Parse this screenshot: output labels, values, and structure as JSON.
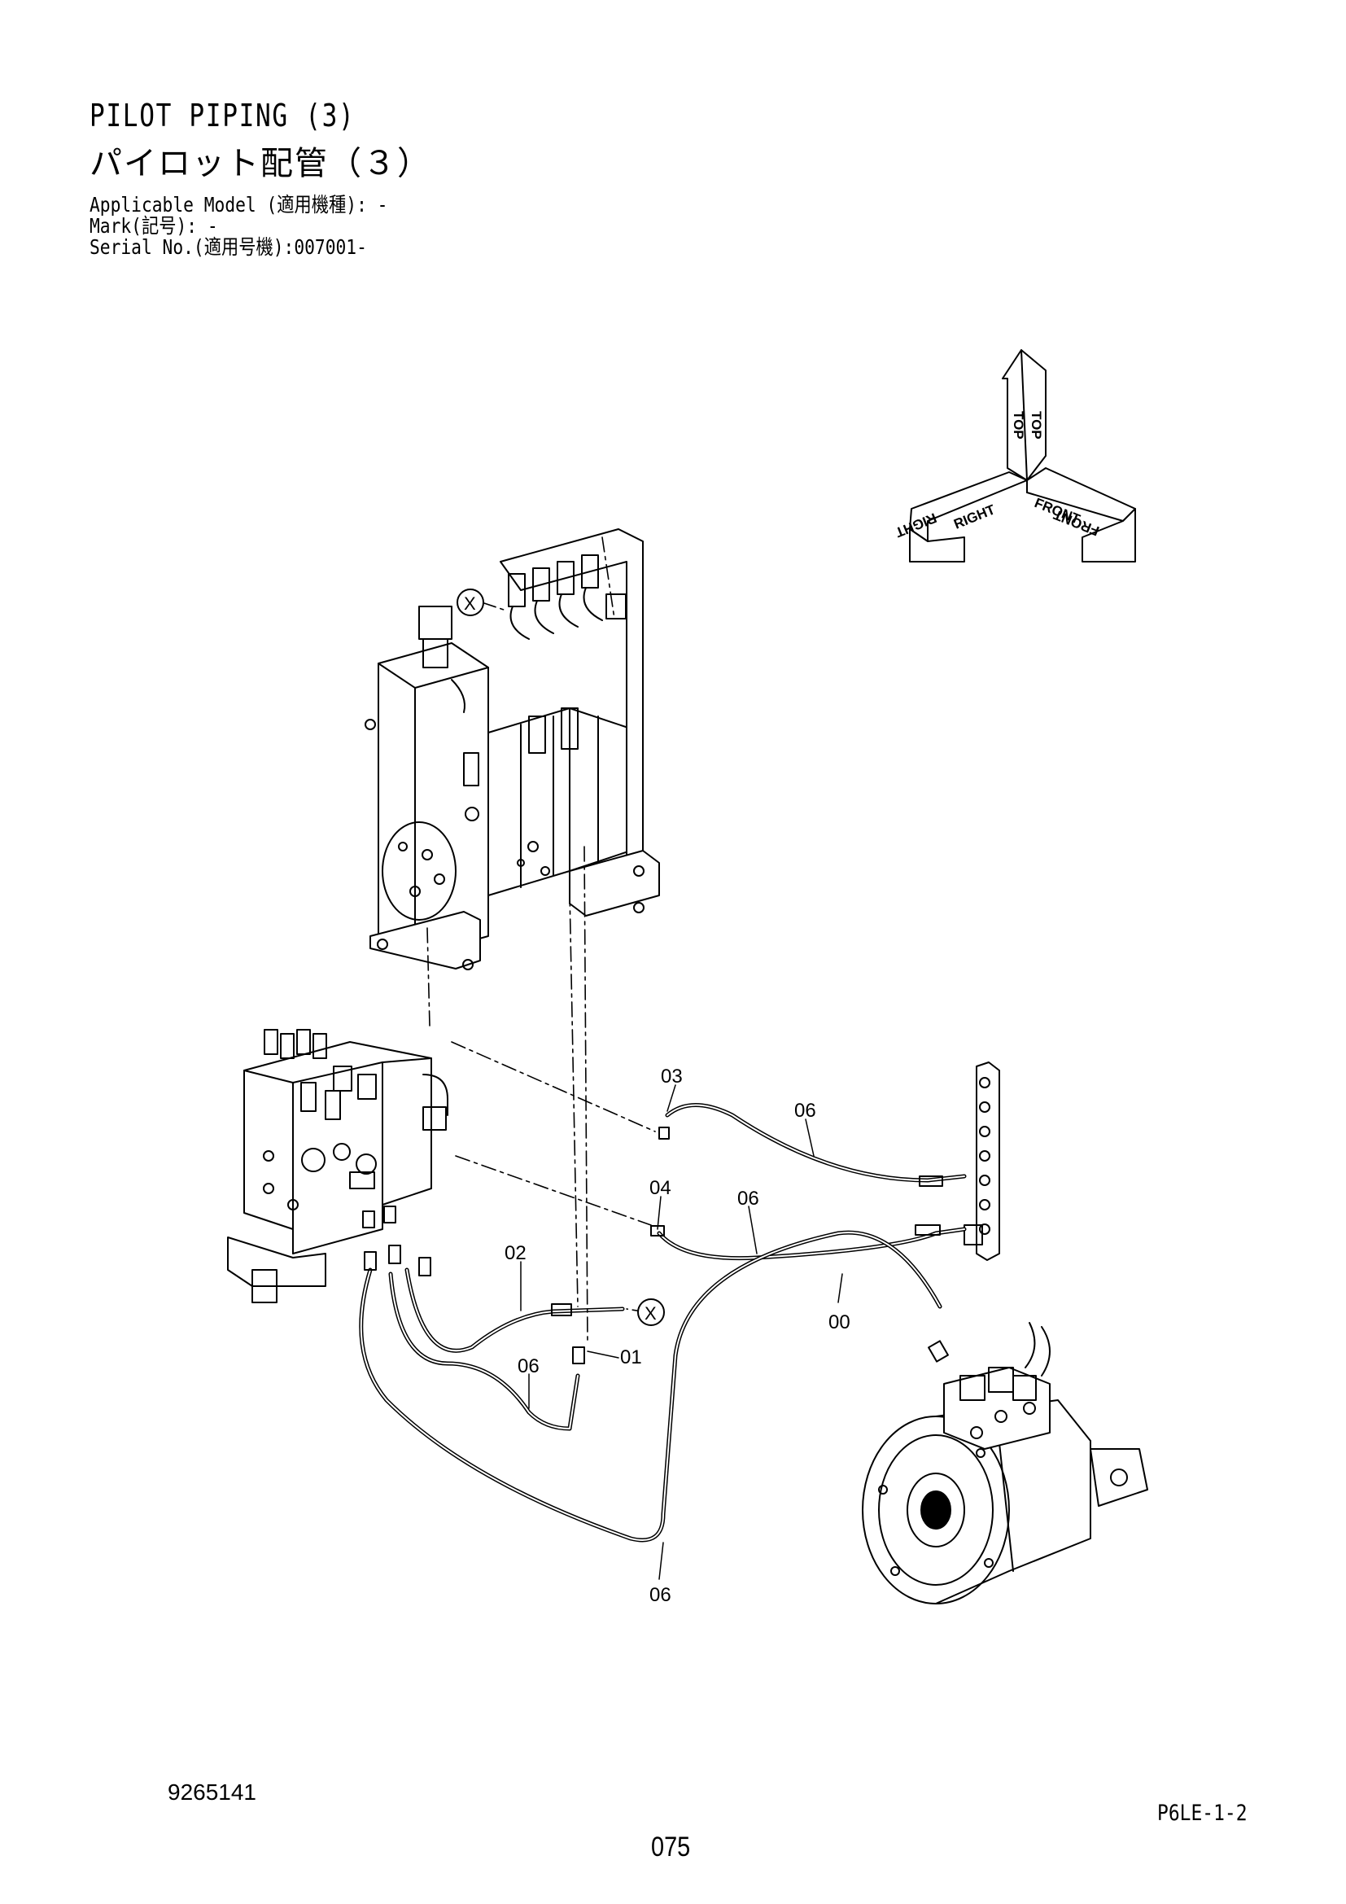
{
  "header": {
    "title_en": "PILOT PIPING (3)",
    "title_jp": "パイロット配管（３）",
    "applicable_model": "Applicable Model (適用機種): -",
    "mark": "Mark(記号): -",
    "serial_no": "Serial No.(適用号機):007001-"
  },
  "orientation": {
    "top": "TOP",
    "right": "RIGHT",
    "front": "FRONT"
  },
  "callouts": {
    "p00": "00",
    "p01": "01",
    "p02": "02",
    "p03": "03",
    "p04": "04",
    "p06_upper": "06",
    "p06_mid": "06",
    "p06_left": "06",
    "p06_bottom": "06",
    "x_upper": "X",
    "x_lower": "X"
  },
  "footer": {
    "doc_no": "9265141",
    "sheet_code": "P6LE-1-2",
    "page_no": "075"
  }
}
